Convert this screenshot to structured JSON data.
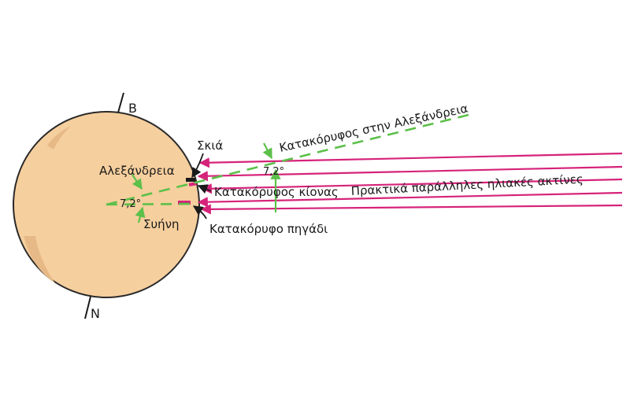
{
  "labels": {
    "north": "Β",
    "south": "Ν",
    "shadow": "Σκιά",
    "alexandria": "Αλεξάνδρεια",
    "syene": "Συήνη",
    "vertical_alexandria": "Κατακόρυφος στην Αλεξάνδρεια",
    "vertical_column": "Κατακόρυφος κίονας",
    "vertical_well": "Κατακόρυφο πηγάδι",
    "parallel_rays": "Πρακτικά παράλληλες ηλιακές ακτίνες",
    "angle_center": "7,2°",
    "angle_ray": "7,2°"
  },
  "colors": {
    "earth_fill": "#f6cf9e",
    "earth_shade": "#e6b987",
    "ray": "#d6237a",
    "guide": "#5cc04a",
    "ink": "#1a1a1a"
  }
}
